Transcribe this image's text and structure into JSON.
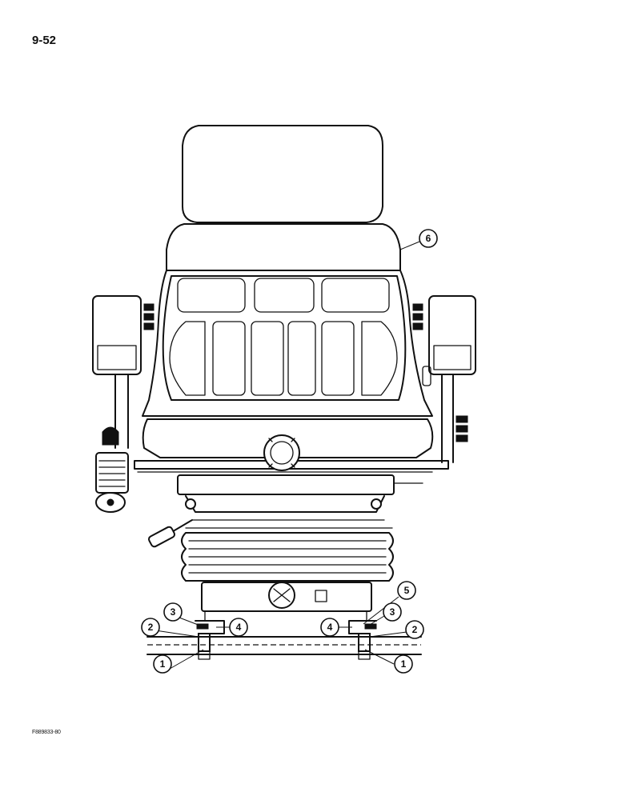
{
  "page_number": "9-52",
  "figure_code": "F889833-80",
  "callouts": [
    {
      "id": "callout-1-left",
      "label": "1"
    },
    {
      "id": "callout-2-left",
      "label": "2"
    },
    {
      "id": "callout-3-left",
      "label": "3"
    },
    {
      "id": "callout-4-left",
      "label": "4"
    },
    {
      "id": "callout-4-right",
      "label": "4"
    },
    {
      "id": "callout-5",
      "label": "5"
    },
    {
      "id": "callout-3-right",
      "label": "3"
    },
    {
      "id": "callout-2-right",
      "label": "2"
    },
    {
      "id": "callout-1-right",
      "label": "1"
    },
    {
      "id": "callout-6",
      "label": "6"
    }
  ]
}
